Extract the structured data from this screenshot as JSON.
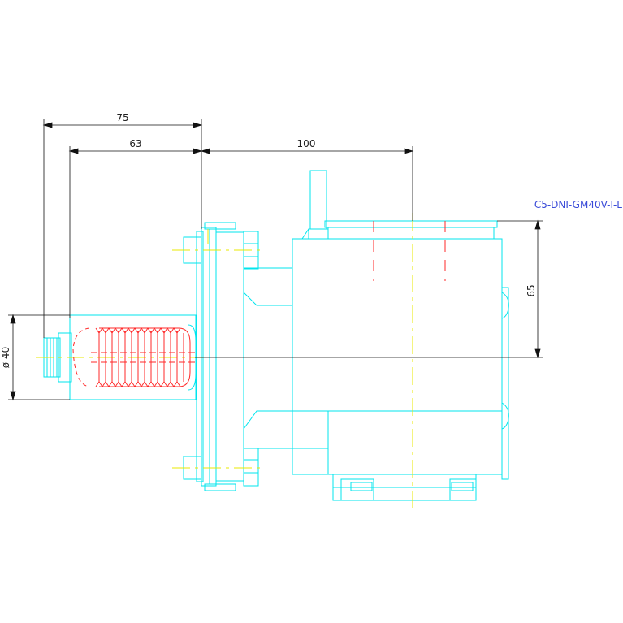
{
  "drawing": {
    "part_number": "C5-DNI-GM40V-I-L",
    "dimensions": {
      "length_75": "75",
      "length_63": "63",
      "length_100": "100",
      "height_65": "65",
      "diameter_40": "ø 40"
    }
  },
  "colors": {
    "outline": "#00e5ee",
    "centerline": "#e8e800",
    "hidden": "#ff2a2a",
    "dimension": "#111111",
    "label": "#3a4bd8"
  }
}
